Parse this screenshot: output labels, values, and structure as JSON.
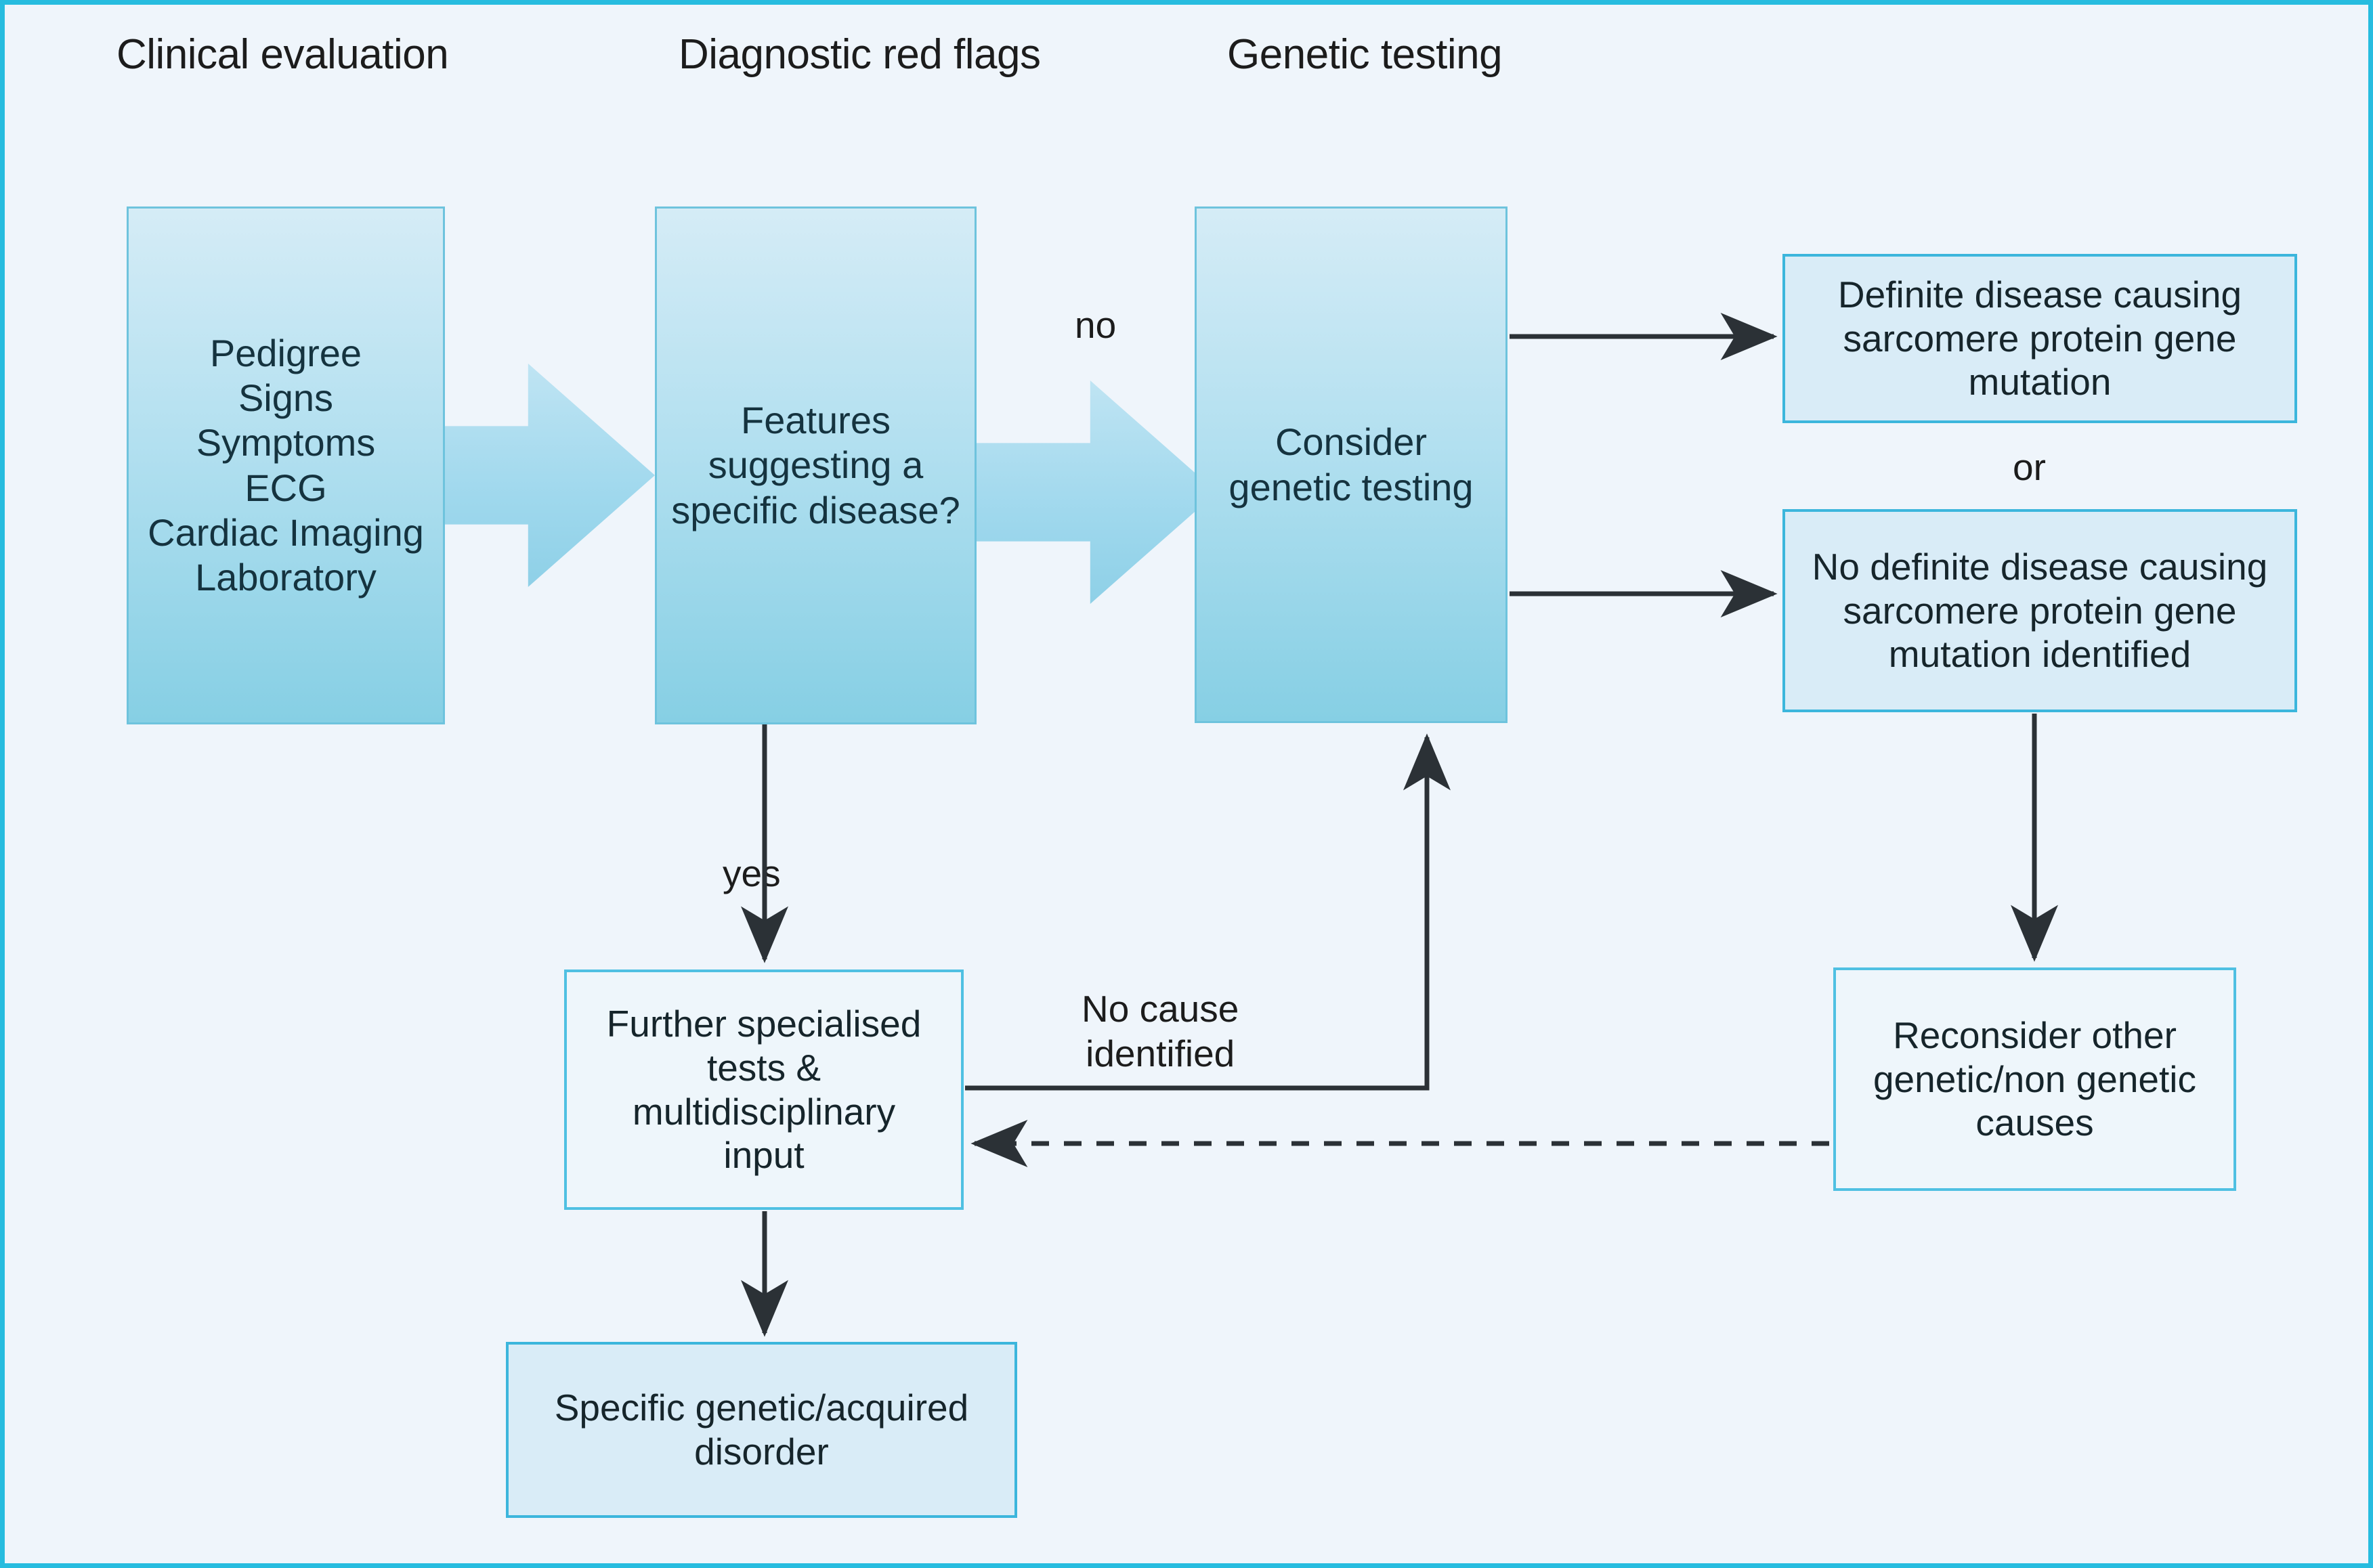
{
  "figure": {
    "type": "clinical-algorithm-flowchart",
    "frame_color": "#27bcdf",
    "background_color": "#eff5fb"
  },
  "columns": [
    {
      "id": "clinical-evaluation",
      "label": "Clinical evaluation"
    },
    {
      "id": "diagnostic-red-flags",
      "label": "Diagnostic red flags"
    },
    {
      "id": "genetic-testing",
      "label": "Genetic testing"
    }
  ],
  "nodes": {
    "clinical_evaluation": {
      "lines": "Pedigree\nSigns\nSymptoms\nECG\nCardiac Imaging\nLaboratory"
    },
    "red_flags": {
      "text": "Features\nsuggesting a\nspecific disease?"
    },
    "consider_testing": {
      "text": "Consider\ngenetic testing"
    },
    "definite_mutation": {
      "text": "Definite disease causing\nsarcomere protein gene\nmutation"
    },
    "no_definite_mutation": {
      "text": "No definite disease causing\nsarcomere protein gene\nmutation identified"
    },
    "further_tests": {
      "text": "Further specialised\ntests &\nmultidisciplinary\ninput"
    },
    "reconsider_causes": {
      "text": "Reconsider other\ngenetic/non genetic\ncauses"
    },
    "specific_disorder": {
      "text": "Specific genetic/acquired\ndisorder"
    }
  },
  "edge_labels": {
    "no": "no",
    "yes": "yes",
    "or": "or",
    "no_cause_identified": "No cause\nidentified"
  },
  "colors": {
    "box_gradient_top": "#d5ecf6",
    "box_gradient_bottom": "#86cfe4",
    "box_border": "#6ec3dd",
    "flat_fill": "#d9ecf7",
    "flat_border": "#3cb6dc",
    "pale_fill": "#eef6fb",
    "arrow_stroke": "#2b3136",
    "text_color": "#16252b"
  }
}
